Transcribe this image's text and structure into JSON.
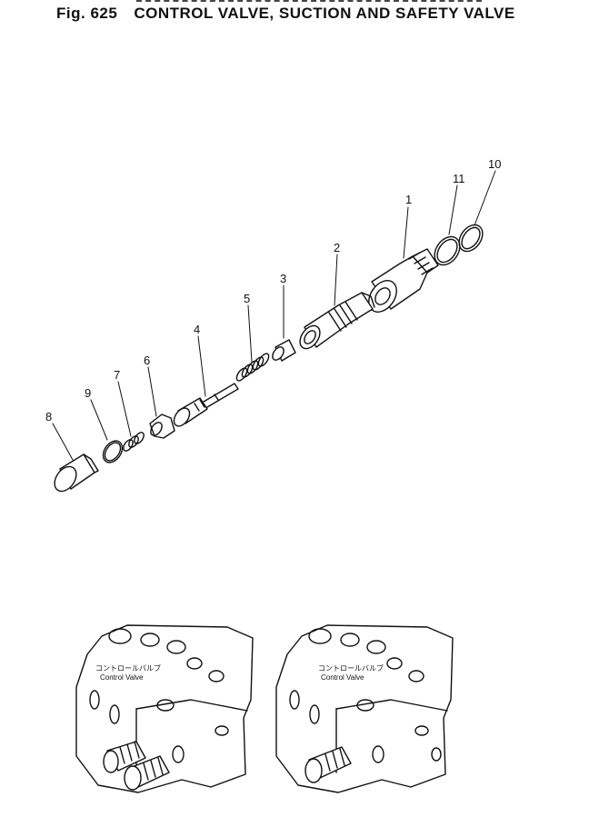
{
  "figure": {
    "number": "Fig. 625",
    "title": "CONTROL VALVE, SUCTION AND SAFETY VALVE"
  },
  "parts": [
    {
      "id": "part-1",
      "label": "1"
    },
    {
      "id": "part-2",
      "label": "2"
    },
    {
      "id": "part-3",
      "label": "3"
    },
    {
      "id": "part-4",
      "label": "4"
    },
    {
      "id": "part-5",
      "label": "5"
    },
    {
      "id": "part-6",
      "label": "6"
    },
    {
      "id": "part-7",
      "label": "7"
    },
    {
      "id": "part-8",
      "label": "8"
    },
    {
      "id": "part-9",
      "label": "9"
    },
    {
      "id": "part-10",
      "label": "10"
    },
    {
      "id": "part-11",
      "label": "11"
    }
  ],
  "assemblies": [
    {
      "jp_label": "コントロールバルブ",
      "en_label": "Control Valve"
    },
    {
      "jp_label": "コントロールバルブ",
      "en_label": "Control Valve"
    }
  ],
  "colors": {
    "ink": "#111111",
    "paper": "#ffffff"
  }
}
